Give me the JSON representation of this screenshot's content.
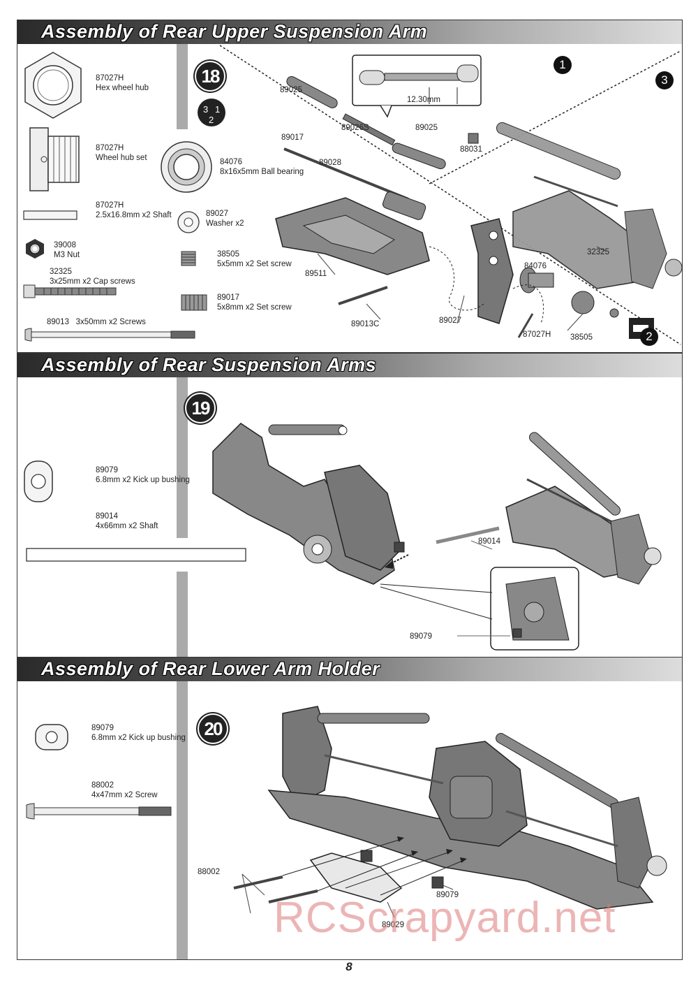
{
  "page_number": "8",
  "watermark": "RCScrapyard.net",
  "sections": [
    {
      "title": "Assembly of Rear Upper Suspension Arm",
      "step": "18",
      "order_badge": [
        "3",
        "1",
        "2"
      ],
      "parts": [
        {
          "code": "87027H",
          "desc": "Hex wheel hub",
          "icon": "hex-wheel-hub-icon"
        },
        {
          "code": "87027H",
          "desc": "Wheel hub set",
          "icon": "wheel-hub-set-icon"
        },
        {
          "code": "84076",
          "desc": "8x16x5mm\nBall bearing",
          "icon": "ball-bearing-icon"
        },
        {
          "code": "87027H",
          "desc": "2.5x16.8mm x2\nShaft",
          "icon": "shaft-icon"
        },
        {
          "code": "89027",
          "desc": "Washer x2",
          "icon": "washer-icon"
        },
        {
          "code": "39008",
          "desc": "M3 Nut",
          "icon": "nut-icon"
        },
        {
          "code": "38505",
          "desc": "5x5mm x2\nSet screw",
          "icon": "set-screw-icon"
        },
        {
          "code": "32325",
          "desc": "3x25mm x2 Cap screws",
          "icon": "cap-screw-icon"
        },
        {
          "code": "89017",
          "desc": "5x8mm x2\nSet screw",
          "icon": "set-screw-icon"
        },
        {
          "code": "89013",
          "desc": "3x50mm x2 Screws",
          "icon": "screw-icon"
        }
      ],
      "callouts": [
        "89025",
        "89026S",
        "89025",
        "88031",
        "89017",
        "89028",
        "89511",
        "84076",
        "89013C",
        "89027",
        "87027H",
        "38505",
        "32325"
      ],
      "measurement": "12.30mm",
      "markers": [
        "1",
        "2",
        "3"
      ]
    },
    {
      "title": "Assembly of Rear Suspension Arms",
      "step": "19",
      "parts": [
        {
          "code": "89079",
          "desc": "6.8mm x2\nKick up bushing",
          "icon": "kick-up-bushing-icon"
        },
        {
          "code": "89014",
          "desc": "4x66mm x2\nShaft",
          "icon": "shaft-icon"
        }
      ],
      "callouts": [
        "89014",
        "89079"
      ]
    },
    {
      "title": "Assembly of Rear Lower Arm Holder",
      "step": "20",
      "parts": [
        {
          "code": "89079",
          "desc": "6.8mm x2\nKick up bushing",
          "icon": "kick-up-bushing-icon"
        },
        {
          "code": "88002",
          "desc": "4x47mm x2 Screw",
          "icon": "screw-icon"
        }
      ],
      "callouts": [
        "88002",
        "89079",
        "89029"
      ]
    }
  ]
}
